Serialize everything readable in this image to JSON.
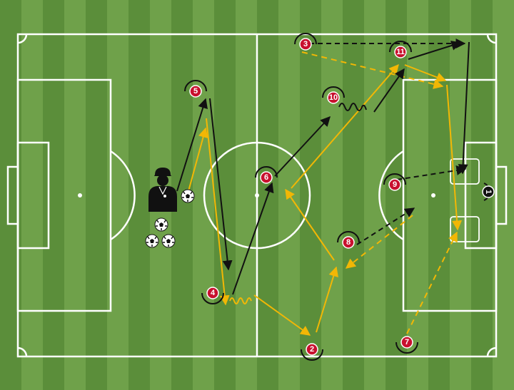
{
  "colors": {
    "stripe_dark": "#5b8e3a",
    "stripe_light": "#6fa14a",
    "line": "#ffffff",
    "pass_solid_black": "#111111",
    "pass_yellow": "#f2b705",
    "player_fill": "#c8102e",
    "keeper_fill": "#111111"
  },
  "players": [
    {
      "number": "1",
      "role": "keeper"
    },
    {
      "number": "2",
      "role": "outfield"
    },
    {
      "number": "3",
      "role": "outfield"
    },
    {
      "number": "4",
      "role": "outfield"
    },
    {
      "number": "5",
      "role": "outfield"
    },
    {
      "number": "6",
      "role": "outfield"
    },
    {
      "number": "7",
      "role": "outfield"
    },
    {
      "number": "8",
      "role": "outfield"
    },
    {
      "number": "9",
      "role": "outfield"
    },
    {
      "number": "10",
      "role": "outfield"
    },
    {
      "number": "11",
      "role": "outfield"
    }
  ],
  "icons": [
    "coach-icon",
    "ball-icon",
    "mannequin-icon"
  ]
}
